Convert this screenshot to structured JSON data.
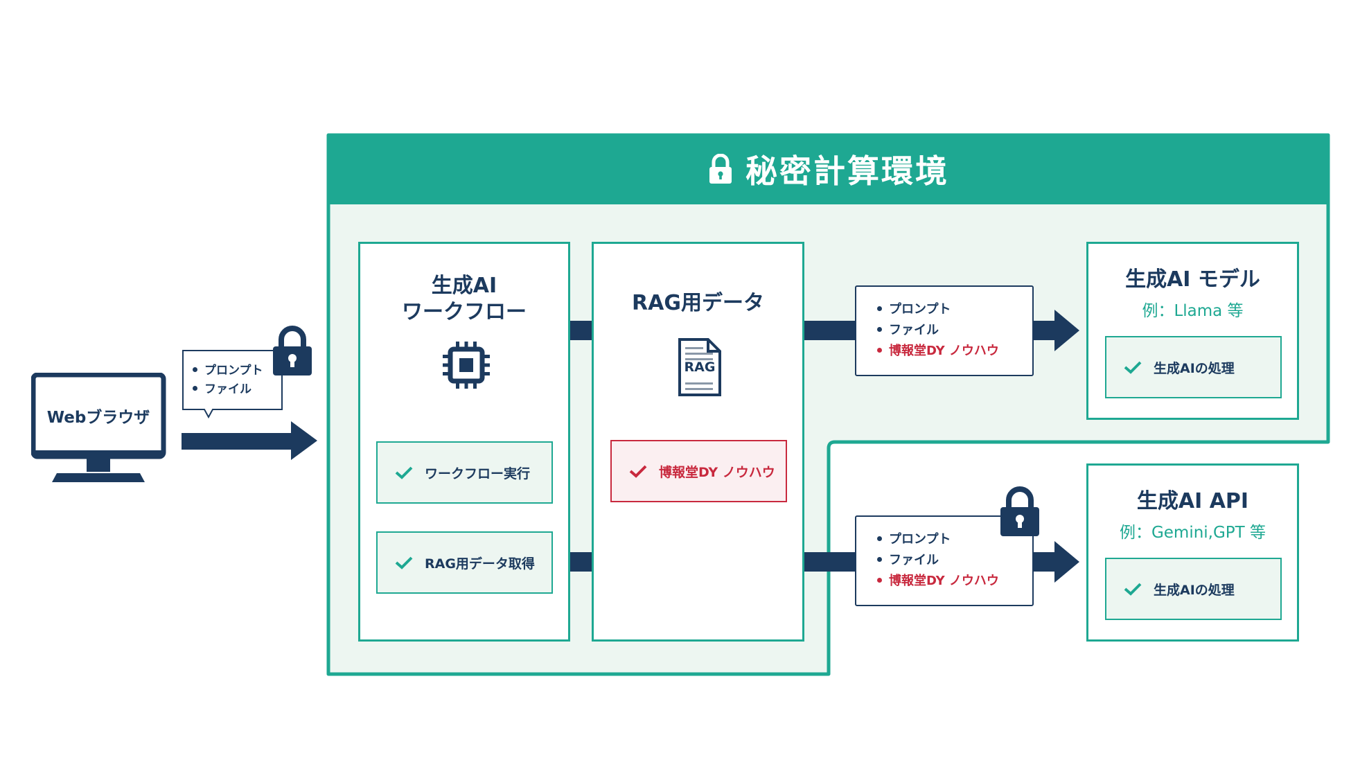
{
  "browser": {
    "label": "Webブラウザ"
  },
  "request_bubble": {
    "lines": [
      "プロンプト",
      "ファイル"
    ]
  },
  "env": {
    "title": "秘密計算環境"
  },
  "workflow": {
    "title_line1": "生成AI",
    "title_line2": "ワークフロー",
    "items": [
      "ワークフロー実行",
      "RAG用データ取得"
    ]
  },
  "rag": {
    "title": "RAG用データ",
    "icon_text": "RAG",
    "item": "博報堂DY ノウハウ"
  },
  "msg_top": {
    "lines": [
      "プロンプト",
      "ファイル"
    ],
    "highlight": "博報堂DY ノウハウ"
  },
  "msg_bottom": {
    "lines": [
      "プロンプト",
      "ファイル"
    ],
    "highlight": "博報堂DY ノウハウ"
  },
  "model": {
    "title": "生成AI モデル",
    "subtitle": "例：Llama 等",
    "item": "生成AIの処理"
  },
  "api": {
    "title": "生成AI API",
    "subtitle": "例：Gemini,GPT 等",
    "item": "生成AIの処理"
  },
  "colors": {
    "teal": "#1ea892",
    "navy": "#1c3a5e",
    "red": "#c8293e",
    "light_bg": "#edf6f1"
  },
  "icons": [
    "monitor-icon",
    "lock-icon",
    "chip-icon",
    "document-icon",
    "check-icon",
    "arrow-right-icon"
  ]
}
